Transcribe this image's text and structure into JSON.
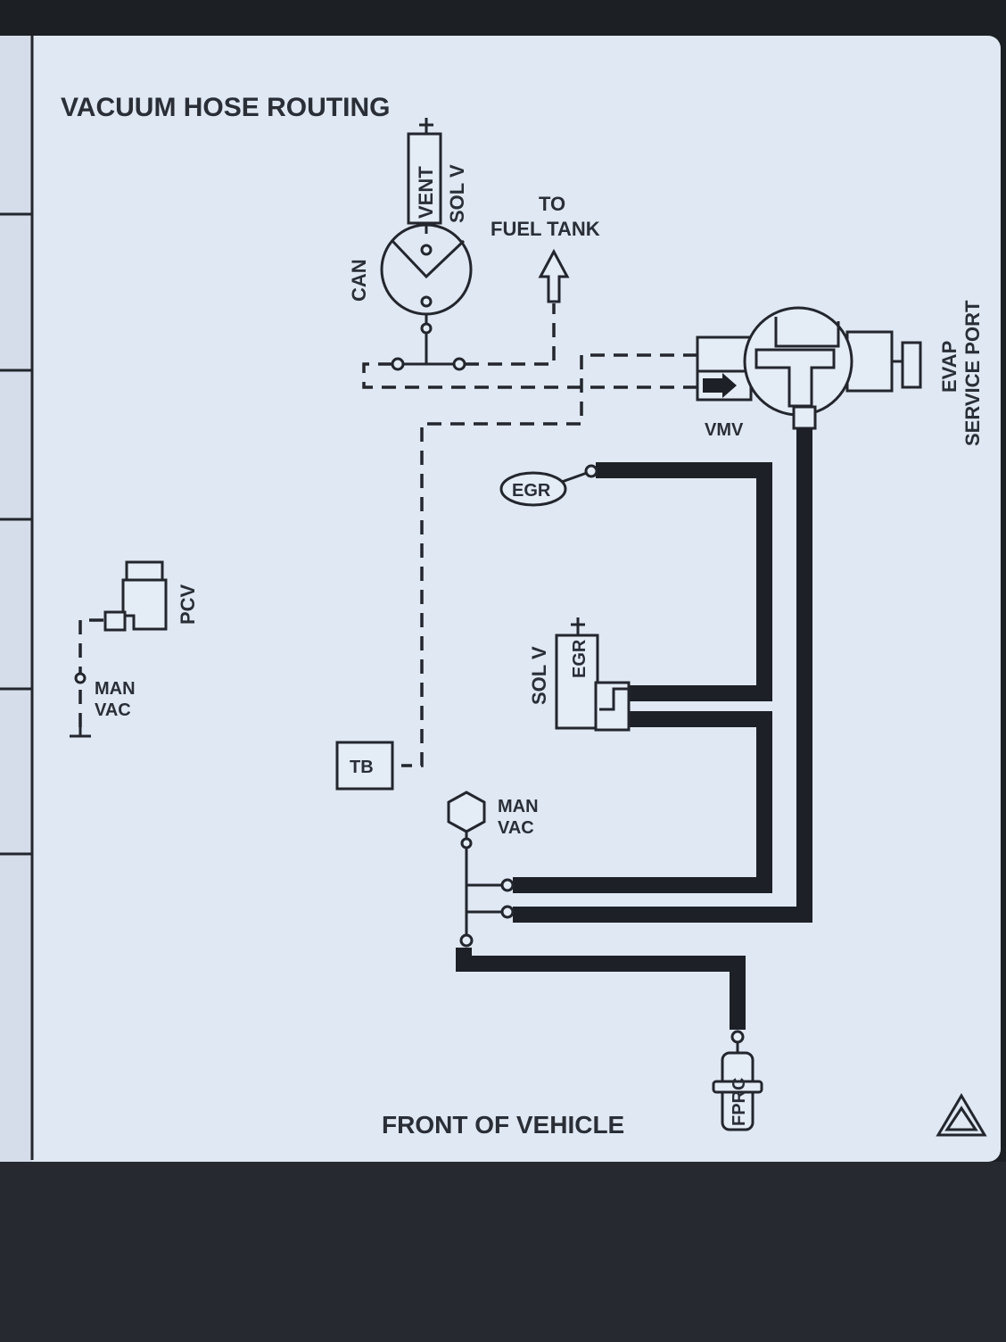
{
  "diagram": {
    "title": "VACUUM HOSE ROUTING",
    "footer": "FRONT OF VEHICLE",
    "components": {
      "vent_sol_v": {
        "box_label": "VENT",
        "side_label": "SOL V",
        "polarity": "+"
      },
      "canister": {
        "label": "CAN"
      },
      "fuel_tank": {
        "label_line1": "TO",
        "label_line2": "FUEL TANK"
      },
      "vmv": {
        "label": "VMV"
      },
      "evap_port": {
        "label_line1": "EVAP",
        "label_line2": "SERVICE PORT"
      },
      "egr": {
        "label": "EGR"
      },
      "egr_sol_v": {
        "box_label": "EGR",
        "side_label": "SOL V",
        "polarity": "+"
      },
      "pcv": {
        "label": "PCV"
      },
      "man_vac_left": {
        "label_line1": "MAN",
        "label_line2": "VAC"
      },
      "tb": {
        "label": "TB"
      },
      "man_vac_center": {
        "label_line1": "MAN",
        "label_line2": "VAC"
      },
      "fprc": {
        "label": "FPRC"
      }
    },
    "colors": {
      "label_bg": "#e4ecf6",
      "ink": "#23262d",
      "frame": "#1c1f24"
    }
  }
}
